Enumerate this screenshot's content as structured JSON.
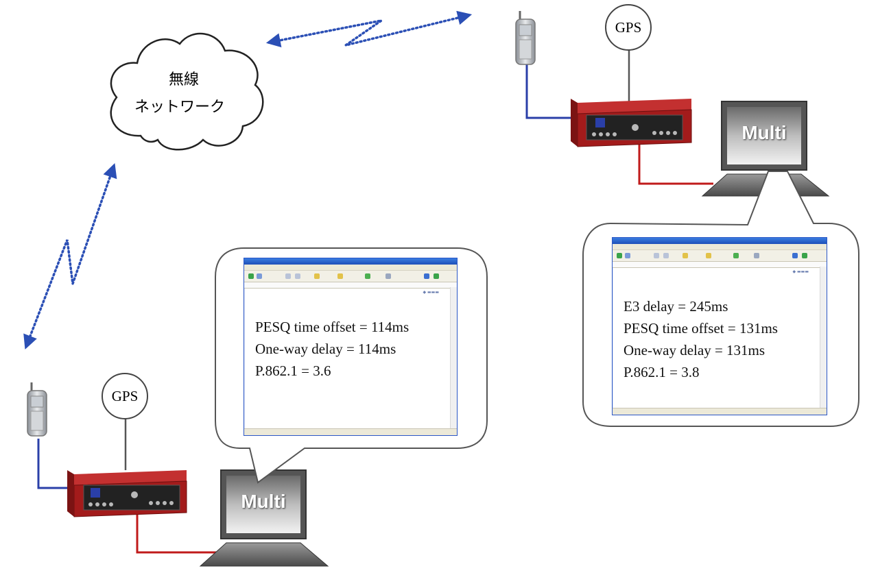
{
  "cloud": {
    "line1": "無線",
    "line2": "ネットワーク"
  },
  "gps_label": "GPS",
  "computer_label": "Multi",
  "bottom_result": {
    "lines": [
      "PESQ time offset = 114ms",
      "One-way delay = 114ms",
      "P.862.1 = 3.6"
    ]
  },
  "top_result": {
    "lines": [
      "E3 delay = 245ms",
      "PESQ time offset = 131ms",
      "One-way delay = 131ms",
      "P.862.1 = 3.8"
    ]
  },
  "colors": {
    "radio_link": "#2b4fb5",
    "phone_cable": "#2a3fa8",
    "network_cable": "#c01a1a",
    "device_red": "#a31b1b",
    "gps_cable": "#555555"
  }
}
